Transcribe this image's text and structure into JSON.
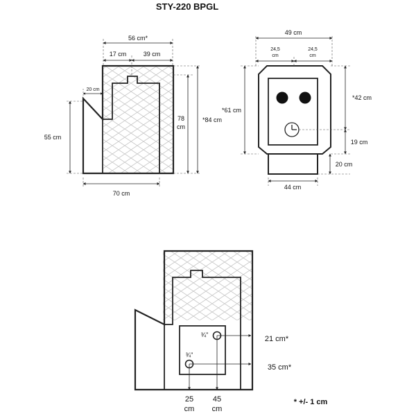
{
  "title": "STY-220 BPGL",
  "side_view": {
    "width_top": "56 cm*",
    "width_left_top": "17 cm",
    "width_right_top": "39 cm",
    "step_width": "20 cm",
    "height_left": "55 cm",
    "height_inner_line1": "78",
    "height_inner_line2": "cm",
    "height_total": "*84 cm",
    "width_bottom": "70 cm"
  },
  "front_view": {
    "width_total": "49 cm",
    "half_left_line1": "24,5",
    "half_left_line2": "cm",
    "half_right_line1": "24,5",
    "half_right_line2": "cm",
    "height_left": "*61 cm",
    "height_upper": "*42 cm",
    "height_mid": "19 cm",
    "height_base": "20 cm",
    "base_width": "44 cm"
  },
  "rear_view": {
    "pipe_top_size": "¾\"",
    "pipe_bottom_size": "¾\"",
    "height_top": "21 cm*",
    "height_bottom": "35 cm*",
    "x_left_line1": "25",
    "x_left_line2": "cm",
    "x_right_line1": "45",
    "x_right_line2": "cm"
  },
  "tolerance_note": "* +/- 1 cm"
}
